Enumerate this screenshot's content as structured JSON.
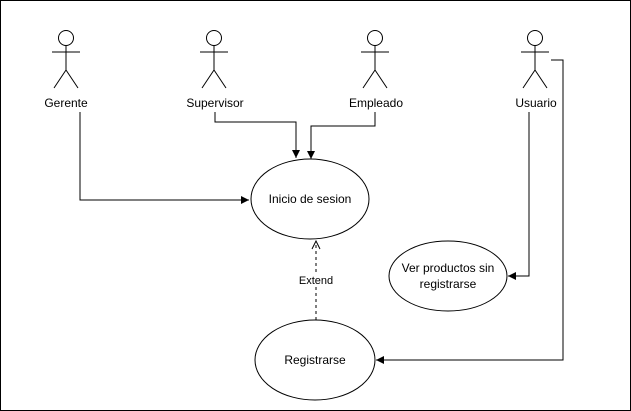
{
  "actors": {
    "gerente": "Gerente",
    "supervisor": "Supervisor",
    "empleado": "Empleado",
    "usuario": "Usuario"
  },
  "use_cases": {
    "inicio_sesion": "Inicio de sesion",
    "ver_productos_line1": "Ver productos sin",
    "ver_productos_line2": "registrarse",
    "registrarse": "Registrarse"
  },
  "relationships": {
    "extend_label": "Extend"
  },
  "colors": {
    "stroke": "#000000",
    "background": "#ffffff"
  }
}
